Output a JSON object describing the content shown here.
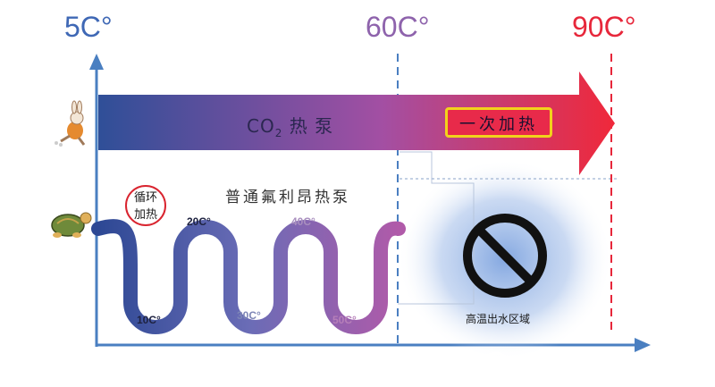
{
  "axis_labels": {
    "left_temp": "5C°",
    "mid_temp": "60C°",
    "right_temp": "90C°"
  },
  "arrow": {
    "label_prefix": "CO",
    "label_sub": "2",
    "label_suffix": " 热 泵",
    "highlight_label": "一次加热"
  },
  "normal_pump_label": "普通氟利昂热泵",
  "circle_label_line1": "循环",
  "circle_label_line2": "加热",
  "wave_temps": [
    "10C°",
    "20C°",
    "30C°",
    "40C°",
    "50C°"
  ],
  "hot_zone_label": "高温出水区域",
  "icons": [
    "rabbit-icon",
    "turtle-icon",
    "prohibited-icon"
  ],
  "colors": {
    "axis": "#4a7fc1",
    "arrow_start": "#2f4f98",
    "arrow_mid": "#a34fa3",
    "arrow_end": "#f0283a",
    "wave_start": "#3b56a1",
    "wave_end": "#a455a7",
    "danger": "#e7273b",
    "glow": "#7aa1dc"
  }
}
